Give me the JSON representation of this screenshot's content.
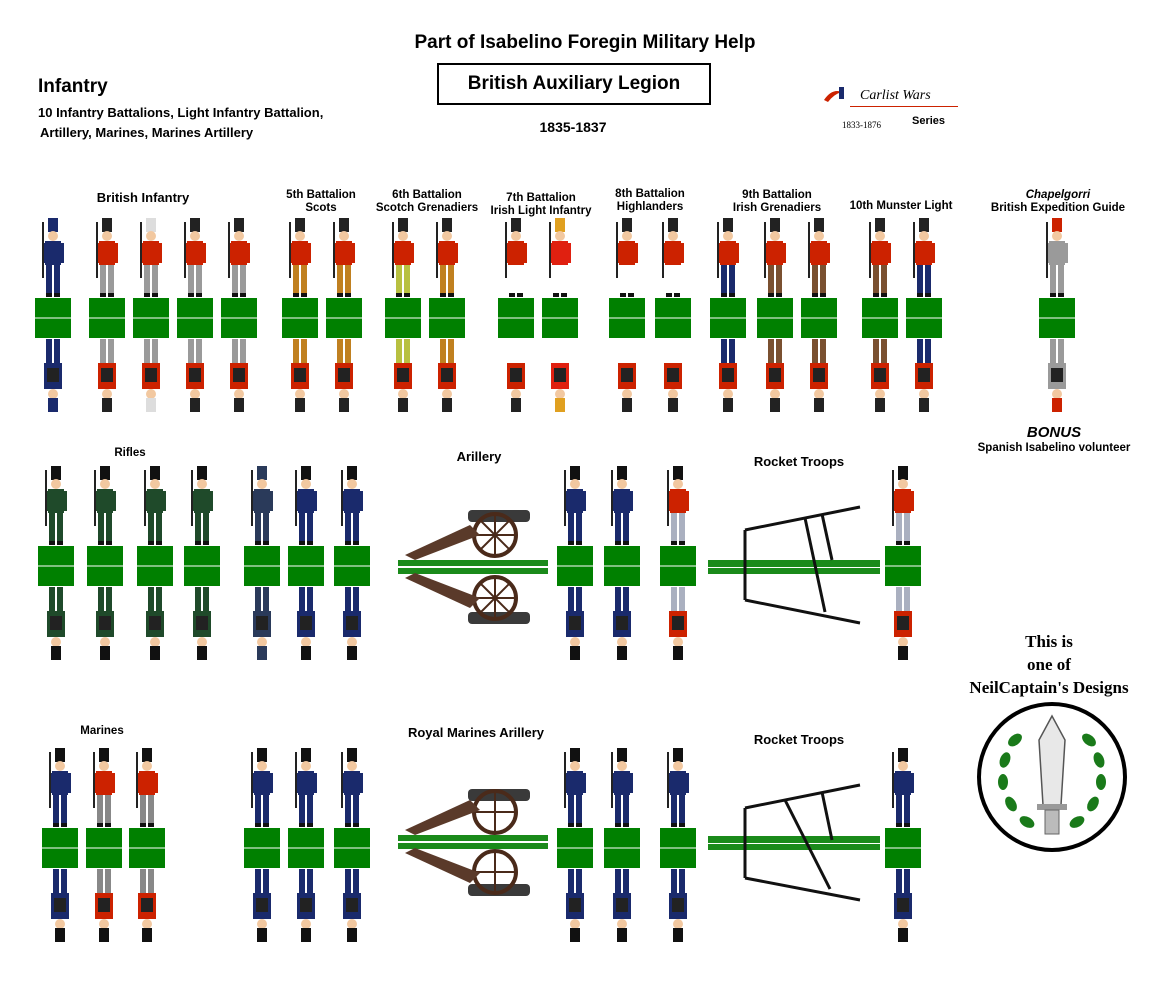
{
  "header": {
    "title": "Part of Isabelino Foregin Military Help",
    "legion": "British Auxiliary Legion",
    "years": "1835-1837"
  },
  "infantry": {
    "heading": "Infantry",
    "desc_line1": "10 Infantry Battalions, Light Infantry Battalion,",
    "desc_line2": "Artillery, Marines, Marines Artillery"
  },
  "series_logo": {
    "name": "Carlist Wars",
    "dates": "1833-1876",
    "series": "Series"
  },
  "row1_labels": {
    "british_infantry": "British Infantry",
    "b5_l1": "5th Battalion",
    "b5_l2": "Scots",
    "b6_l1": "6th Battalion",
    "b6_l2": "Scotch Grenadiers",
    "b7_l1": "7th Battalion",
    "b7_l2": "Irish Light Infantry",
    "b8_l1": "8th Battalion",
    "b8_l2": "Highlanders",
    "b9_l1": "9th Battalion",
    "b9_l2": "Irish Grenadiers",
    "b10": "10th Munster Light",
    "chap_l1": "Chapelgorri",
    "chap_l2": "British Expedition Guide",
    "bonus": "BONUS",
    "bonus_sub": "Spanish Isabelino volunteer"
  },
  "row2_labels": {
    "rifles": "Rifles",
    "artillery": "Arillery",
    "rocket": "Rocket Troops"
  },
  "row3_labels": {
    "marines": "Marines",
    "rma": "Royal Marines Arillery",
    "rocket": "Rocket Troops"
  },
  "credit": {
    "line1": "This is",
    "line2": "one of",
    "line3": "NeilCaptain's Designs"
  },
  "colors": {
    "base_green": "#008000",
    "coat_red": "#cc2200",
    "navy": "#1a2a6c",
    "rifle_green": "#1f4a2a"
  },
  "figures": [
    {
      "id": "r1-1",
      "x": 53,
      "coat": "#1a2a6c",
      "trousers": "#1a2a6c",
      "hat": "#1a2a6c"
    },
    {
      "id": "r1-2",
      "x": 107,
      "coat": "#cc2200",
      "trousers": "#9a9a9a",
      "hat": "#222"
    },
    {
      "id": "r1-3",
      "x": 151,
      "coat": "#cc2200",
      "trousers": "#9a9a9a",
      "hat": "#ddd"
    },
    {
      "id": "r1-4",
      "x": 195,
      "coat": "#cc2200",
      "trousers": "#9a9a9a",
      "hat": "#222"
    },
    {
      "id": "r1-5",
      "x": 239,
      "coat": "#cc2200",
      "trousers": "#9a9a9a",
      "hat": "#222"
    },
    {
      "id": "r1-6",
      "x": 300,
      "coat": "#cc2200",
      "trousers": "#c08020",
      "hat": "#222"
    },
    {
      "id": "r1-7",
      "x": 344,
      "coat": "#cc2200",
      "trousers": "#c08020",
      "hat": "#222"
    },
    {
      "id": "r1-8",
      "x": 403,
      "coat": "#cc2200",
      "trousers": "#b8c040",
      "hat": "#222"
    },
    {
      "id": "r1-9",
      "x": 447,
      "coat": "#cc2200",
      "trousers": "#c08020",
      "hat": "#222"
    },
    {
      "id": "r1-10",
      "x": 516,
      "coat": "#cc2200",
      "trousers": "#ffffff",
      "hat": "#222"
    },
    {
      "id": "r1-11",
      "x": 560,
      "coat": "#e02010",
      "trousers": "#ffffff",
      "hat": "#e0a020"
    },
    {
      "id": "r1-12",
      "x": 627,
      "coat": "#cc2200",
      "trousers": "#ffffff",
      "hat": "#222"
    },
    {
      "id": "r1-13",
      "x": 673,
      "coat": "#cc2200",
      "trousers": "#ffffff",
      "hat": "#222"
    },
    {
      "id": "r1-14",
      "x": 728,
      "coat": "#cc2200",
      "trousers": "#1a2a6c",
      "hat": "#222"
    },
    {
      "id": "r1-15",
      "x": 775,
      "coat": "#cc2200",
      "trousers": "#7a5030",
      "hat": "#222"
    },
    {
      "id": "r1-16",
      "x": 819,
      "coat": "#cc2200",
      "trousers": "#7a5030",
      "hat": "#222"
    },
    {
      "id": "r1-17",
      "x": 880,
      "coat": "#cc2200",
      "trousers": "#7a5030",
      "hat": "#222"
    },
    {
      "id": "r1-18",
      "x": 924,
      "coat": "#cc2200",
      "trousers": "#1a2a6c",
      "hat": "#222"
    },
    {
      "id": "r1-19",
      "x": 1057,
      "coat": "#9a9a9a",
      "trousers": "#9a9a9a",
      "hat": "#cc2200"
    },
    {
      "id": "r2-1",
      "x": 56,
      "coat": "#1f4a2a",
      "trousers": "#1f4a2a",
      "hat": "#111"
    },
    {
      "id": "r2-2",
      "x": 105,
      "coat": "#1f4a2a",
      "trousers": "#1f4a2a",
      "hat": "#111"
    },
    {
      "id": "r2-3",
      "x": 155,
      "coat": "#1f4a2a",
      "trousers": "#1f4a2a",
      "hat": "#111"
    },
    {
      "id": "r2-4",
      "x": 202,
      "coat": "#1f4a2a",
      "trousers": "#1f4a2a",
      "hat": "#111"
    },
    {
      "id": "r2-5",
      "x": 262,
      "coat": "#2a3a5a",
      "trousers": "#2a3a5a",
      "hat": "#2a3a5a"
    },
    {
      "id": "r2-6",
      "x": 306,
      "coat": "#1a2a6c",
      "trousers": "#1a2a6c",
      "hat": "#111"
    },
    {
      "id": "r2-7",
      "x": 352,
      "coat": "#1a2a6c",
      "trousers": "#1a2a6c",
      "hat": "#111"
    },
    {
      "id": "r2-8",
      "x": 575,
      "coat": "#1a2a6c",
      "trousers": "#1a2a6c",
      "hat": "#111"
    },
    {
      "id": "r2-9",
      "x": 622,
      "coat": "#1a2a6c",
      "trousers": "#1a2a6c",
      "hat": "#111"
    },
    {
      "id": "r2-10",
      "x": 678,
      "coat": "#cc2200",
      "trousers": "#aab0c0",
      "hat": "#111"
    },
    {
      "id": "r2-11",
      "x": 903,
      "coat": "#cc2200",
      "trousers": "#aab0c0",
      "hat": "#111"
    },
    {
      "id": "r3-1",
      "x": 60,
      "coat": "#1a2a6c",
      "trousers": "#1a2a6c",
      "hat": "#111"
    },
    {
      "id": "r3-2",
      "x": 104,
      "coat": "#cc2200",
      "trousers": "#888888",
      "hat": "#111"
    },
    {
      "id": "r3-3",
      "x": 147,
      "coat": "#cc2200",
      "trousers": "#888888",
      "hat": "#111"
    },
    {
      "id": "r3-4",
      "x": 262,
      "coat": "#1a2a6c",
      "trousers": "#1a2a6c",
      "hat": "#111"
    },
    {
      "id": "r3-5",
      "x": 306,
      "coat": "#1a2a6c",
      "trousers": "#1a2a6c",
      "hat": "#111"
    },
    {
      "id": "r3-6",
      "x": 352,
      "coat": "#1a2a6c",
      "trousers": "#1a2a6c",
      "hat": "#111"
    },
    {
      "id": "r3-7",
      "x": 575,
      "coat": "#1a2a6c",
      "trousers": "#1a2a6c",
      "hat": "#111"
    },
    {
      "id": "r3-8",
      "x": 622,
      "coat": "#1a2a6c",
      "trousers": "#1a2a6c",
      "hat": "#111"
    },
    {
      "id": "r3-9",
      "x": 678,
      "coat": "#1a2a6c",
      "trousers": "#1a2a6c",
      "hat": "#111"
    },
    {
      "id": "r3-10",
      "x": 903,
      "coat": "#1a2a6c",
      "trousers": "#1a2a6c",
      "hat": "#111"
    }
  ]
}
